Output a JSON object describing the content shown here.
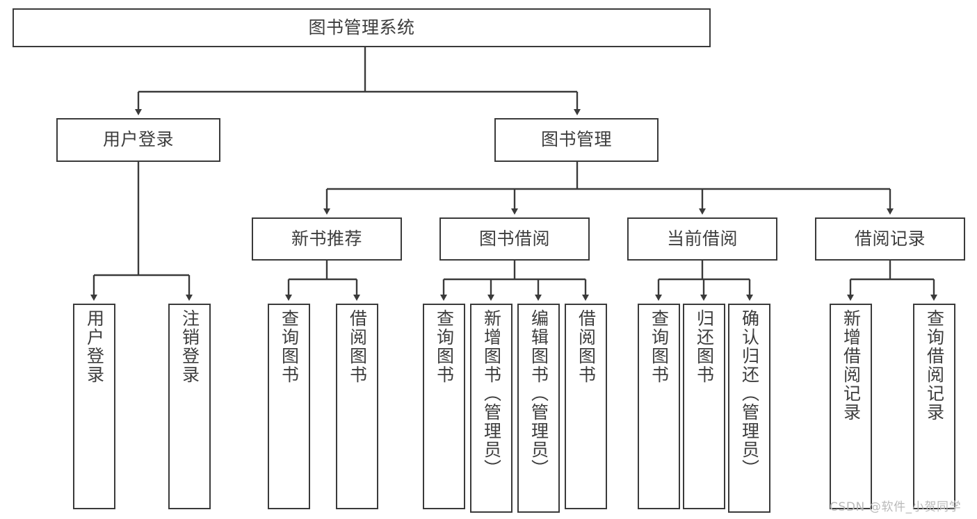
{
  "diagram": {
    "title": "图书管理系统",
    "watermark": "CSDN @软件_小贺同学",
    "stroke_color": "#3a3a3a",
    "text_color": "#3d3d3d",
    "background": "#ffffff",
    "root": {
      "label": "图书管理系统"
    },
    "level2": [
      {
        "label": "用户登录"
      },
      {
        "label": "图书管理"
      }
    ],
    "level3": [
      {
        "label": "新书推荐"
      },
      {
        "label": "图书借阅"
      },
      {
        "label": "当前借阅"
      },
      {
        "label": "借阅记录"
      }
    ],
    "leaves": {
      "user_login": [
        {
          "label": "用户登录"
        },
        {
          "label": "注销登录"
        }
      ],
      "new_book_recommend": [
        {
          "label": "查询图书"
        },
        {
          "label": "借阅图书"
        }
      ],
      "book_borrow": [
        {
          "label": "查询图书"
        },
        {
          "label": "新增图书（管理员）"
        },
        {
          "label": "编辑图书（管理员）"
        },
        {
          "label": "借阅图书"
        }
      ],
      "current_borrow": [
        {
          "label": "查询图书"
        },
        {
          "label": "归还图书"
        },
        {
          "label": "确认归还（管理员）"
        }
      ],
      "borrow_records": [
        {
          "label": "新增借阅记录"
        },
        {
          "label": "查询借阅记录"
        }
      ]
    }
  }
}
